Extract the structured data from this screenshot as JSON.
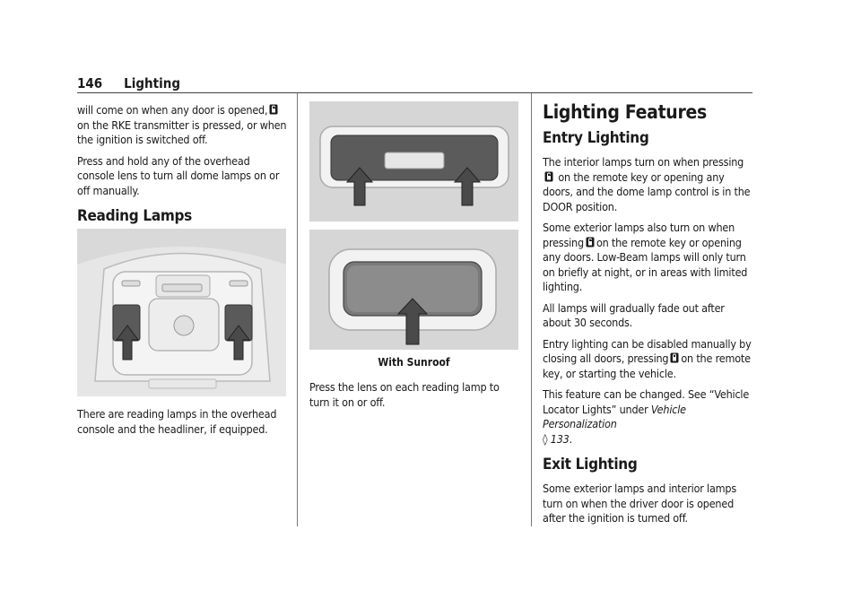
{
  "header": {
    "page_number": "146",
    "section": "Lighting"
  },
  "col1": {
    "p1_a": "will come on when any door is opened,",
    "p1_b": "on the RKE transmitter is pressed, or when the ignition is switched off.",
    "p2": "Press and hold any of the overhead console lens to turn all dome lamps on or off manually.",
    "heading": "Reading Lamps",
    "p3": "There are reading lamps in the overhead console and the headliner, if equipped."
  },
  "col2": {
    "caption": "With Sunroof",
    "p1": "Press the lens on each reading lamp to turn it on or off."
  },
  "col3": {
    "h1": "Lighting Features",
    "entry_heading": "Entry Lighting",
    "p1_a": "The interior lamps turn on when pressing",
    "p1_b": "on the remote key or opening any doors, and the dome lamp control is in the DOOR position.",
    "p2_a": "Some exterior lamps also turn on when pressing",
    "p2_b": "on the remote key or opening any doors. Low-Beam lamps will only turn on briefly at night, or in areas with limited lighting.",
    "p3": "All lamps will gradually fade out after about 30 seconds.",
    "p4_a": "Entry lighting can be disabled manually by closing all doors, pressing",
    "p4_b": "on the remote key, or starting the vehicle.",
    "p5_a": "This feature can be changed. See “Vehicle Locator Lights” under",
    "p5_ref": "Vehicle Personalization",
    "p5_page": "133",
    "p5_end": ".",
    "exit_heading": "Exit Lighting",
    "p6": "Some exterior lamps and interior lamps turn on when the driver door is opened after the ignition is turned off."
  }
}
